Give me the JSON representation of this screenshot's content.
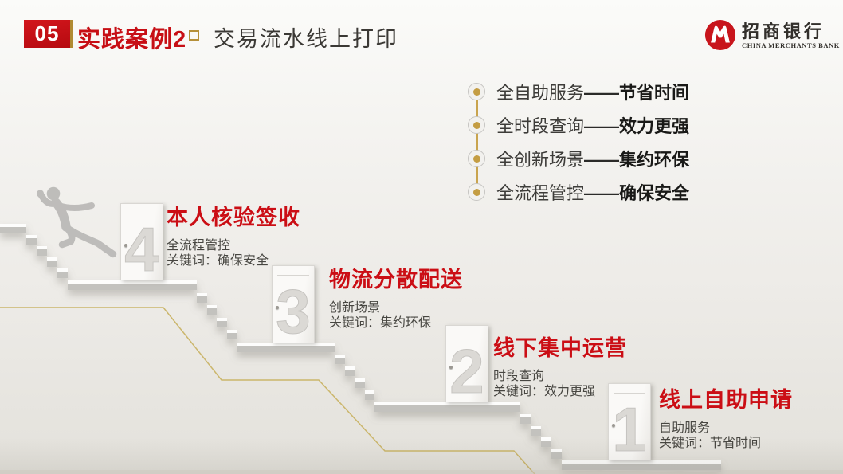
{
  "header": {
    "badge_number": "05",
    "case_label": "实践案例2",
    "slide_title": "交易流水线上打印"
  },
  "logo": {
    "bank_name_cn": "招商银行",
    "bank_name_en": "CHINA MERCHANTS BANK"
  },
  "features": {
    "items": [
      {
        "label": "全自助服务",
        "dash": "——",
        "highlight": "节省时间"
      },
      {
        "label": "全时段查询",
        "dash": "——",
        "highlight": "效力更强"
      },
      {
        "label": "全创新场景",
        "dash": "——",
        "highlight": "集约环保"
      },
      {
        "label": "全流程管控",
        "dash": "——",
        "highlight": "确保安全"
      }
    ]
  },
  "steps": [
    {
      "number": "4",
      "title": "本人核验签收",
      "line1": "全流程管控",
      "line2": "关键词：确保安全"
    },
    {
      "number": "3",
      "title": "物流分散配送",
      "line1": "创新场景",
      "line2": "关键词：集约环保"
    },
    {
      "number": "2",
      "title": "线下集中运营",
      "line1": "时段查询",
      "line2": "关键词：效力更强"
    },
    {
      "number": "1",
      "title": "线上自助申请",
      "line1": "自助服务",
      "line2": "关键词：节省时间"
    }
  ],
  "icons": {
    "logo_mark": "cmb-logo-icon",
    "runner": "runner-silhouette-icon",
    "list_bullet": "timeline-dot-icon",
    "title_bullet": "square-bullet-icon"
  },
  "colors": {
    "accent_red": "#c70f15",
    "accent_gold": "#c9a44e",
    "text_dark": "#3b3935",
    "stair_gray": "#c3c2be"
  }
}
